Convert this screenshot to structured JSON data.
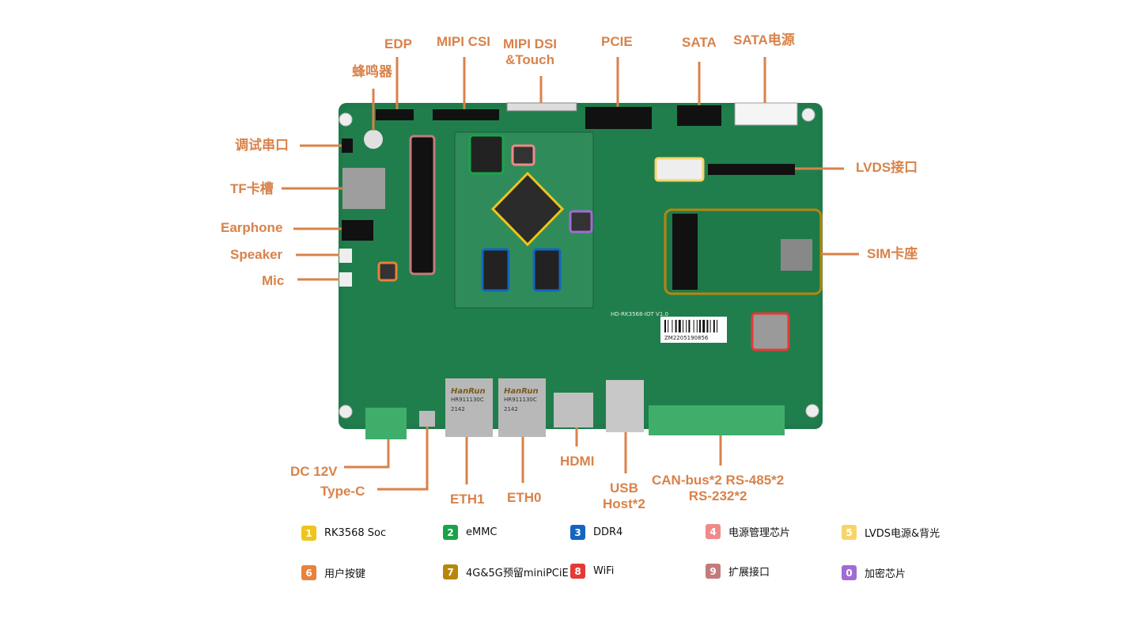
{
  "callouts": {
    "edp": "EDP",
    "mipi_csi": "MIPI CSI",
    "mipi_dsi": "MIPI DSI\n&Touch",
    "pcie": "PCIE",
    "sata": "SATA",
    "sata_power": "SATA电源",
    "buzzer": "蜂鸣器",
    "debug_uart": "调试串口",
    "tf_slot": "TF卡槽",
    "earphone": "Earphone",
    "speaker": "Speaker",
    "mic": "Mic",
    "lvds": "LVDS接口",
    "sim": "SIM卡座",
    "dc": "DC 12V",
    "typec": "Type-C",
    "eth1": "ETH1",
    "eth0": "ETH0",
    "hdmi": "HDMI",
    "usb": "USB\nHost*2",
    "can": "CAN-bus*2 RS-485*2\nRS-232*2"
  },
  "board": {
    "model": "HD-RK3568-IOT V1.0",
    "serial": "ZM2205190856",
    "jack_brand": "HanRun",
    "jack_part": "HR911130C",
    "jack_date": "2142"
  },
  "legend": [
    {
      "num": "1",
      "text": "RK3568 Soc",
      "color": "#f0c419"
    },
    {
      "num": "2",
      "text": "eMMC",
      "color": "#1aa34a"
    },
    {
      "num": "3",
      "text": "DDR4",
      "color": "#1565c0"
    },
    {
      "num": "4",
      "text": "电源管理芯片",
      "color": "#f08a8a"
    },
    {
      "num": "5",
      "text": "LVDS电源&背光",
      "color": "#f7d46a"
    },
    {
      "num": "6",
      "text": "用户按键",
      "color": "#e8823a"
    },
    {
      "num": "7",
      "text": "4G&5G预留miniPCiE",
      "color": "#b8860b"
    },
    {
      "num": "8",
      "text": "WiFi",
      "color": "#e53935"
    },
    {
      "num": "9",
      "text": "扩展接口",
      "color": "#c47b7b"
    },
    {
      "num": "0",
      "text": "加密芯片",
      "color": "#a06cd5"
    }
  ],
  "colors": {
    "label": "#d9824a",
    "pcb": "#1f7a4a"
  }
}
